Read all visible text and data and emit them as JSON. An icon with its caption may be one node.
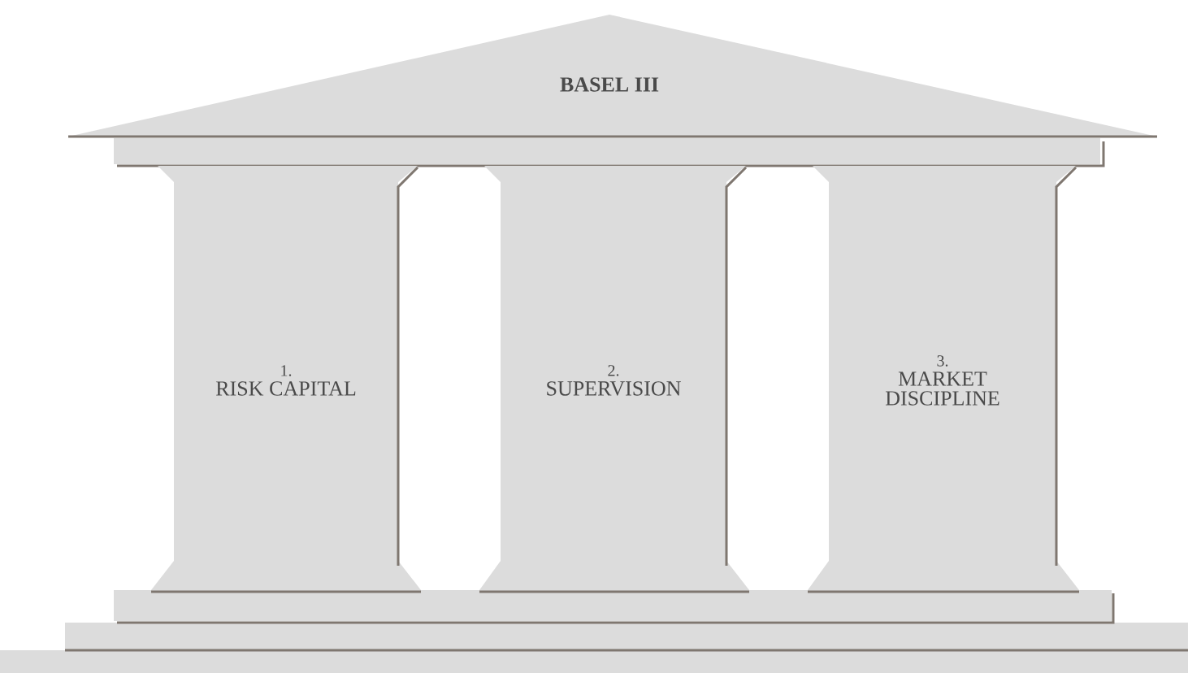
{
  "diagram": {
    "nodes": [
      {
        "text": [
          "BASEL III"
        ]
      },
      {
        "text": [
          "1.",
          "RISK CAPITAL"
        ]
      },
      {
        "text": [
          "2.",
          "SUPERVISION"
        ]
      },
      {
        "text": [
          "3.",
          "MARKET DISCIPLINE"
        ]
      }
    ]
  }
}
